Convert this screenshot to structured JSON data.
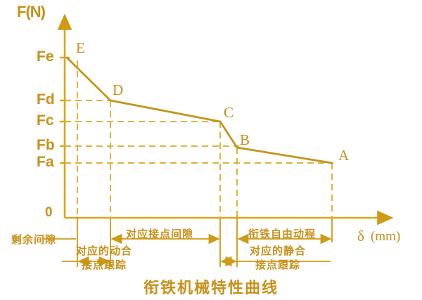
{
  "figure": {
    "title": "衔铁机械特性曲线",
    "y_axis_label": "F(N)",
    "x_axis_label_symbol": "δ",
    "x_axis_label_unit": "(mm)",
    "origin_label": "0",
    "line_color": "#d9a517",
    "text_color": "#c8901a",
    "dash_color": "#e0b33a",
    "background": "#ffffff"
  },
  "y_ticks": [
    {
      "label": "Fe",
      "value": 82
    },
    {
      "label": "Fd",
      "value": 143
    },
    {
      "label": "Fc",
      "value": 173
    },
    {
      "label": "Fb",
      "value": 208
    },
    {
      "label": "Fa",
      "value": 232
    }
  ],
  "points": [
    {
      "label": "E",
      "x": 95,
      "y": 82
    },
    {
      "label": "D",
      "x": 157,
      "y": 143
    },
    {
      "label": "C",
      "x": 313,
      "y": 173
    },
    {
      "label": "B",
      "x": 337,
      "y": 210
    },
    {
      "label": "A",
      "x": 472,
      "y": 232
    }
  ],
  "annotations": [
    {
      "name": "residual-gap",
      "text": "剩余间隙"
    },
    {
      "name": "contact-gap",
      "text": "对应接点间隙"
    },
    {
      "name": "armature-free-travel",
      "text": "衔铁自由动程"
    },
    {
      "name": "make-contact-follow",
      "text": "对应的动合\n接点跟踪"
    },
    {
      "name": "break-contact-follow",
      "text": "对应的静合\n接点跟踪"
    }
  ],
  "annotation_lines": {
    "make_contact_l1": "对应的动合",
    "make_contact_l2": "接点跟踪",
    "break_contact_l1": "对应的静合",
    "break_contact_l2": "接点跟踪"
  },
  "chart_data": {
    "type": "line",
    "title": "衔铁机械特性曲线",
    "xlabel": "δ (mm)",
    "ylabel": "F(N)",
    "series": [
      {
        "name": "armature-mechanical-characteristic",
        "points": [
          {
            "label": "E",
            "x": 0,
            "y": "Fe"
          },
          {
            "label": "D",
            "x": 62,
            "y": "Fd"
          },
          {
            "label": "C",
            "x": 218,
            "y": "Fc"
          },
          {
            "label": "B",
            "x": 242,
            "y": "Fb"
          },
          {
            "label": "A",
            "x": 377,
            "y": "Fa"
          }
        ]
      }
    ],
    "y_tick_labels": [
      "Fe",
      "Fd",
      "Fc",
      "Fb",
      "Fa"
    ],
    "grid": "dashed-guides",
    "legend": "none"
  }
}
